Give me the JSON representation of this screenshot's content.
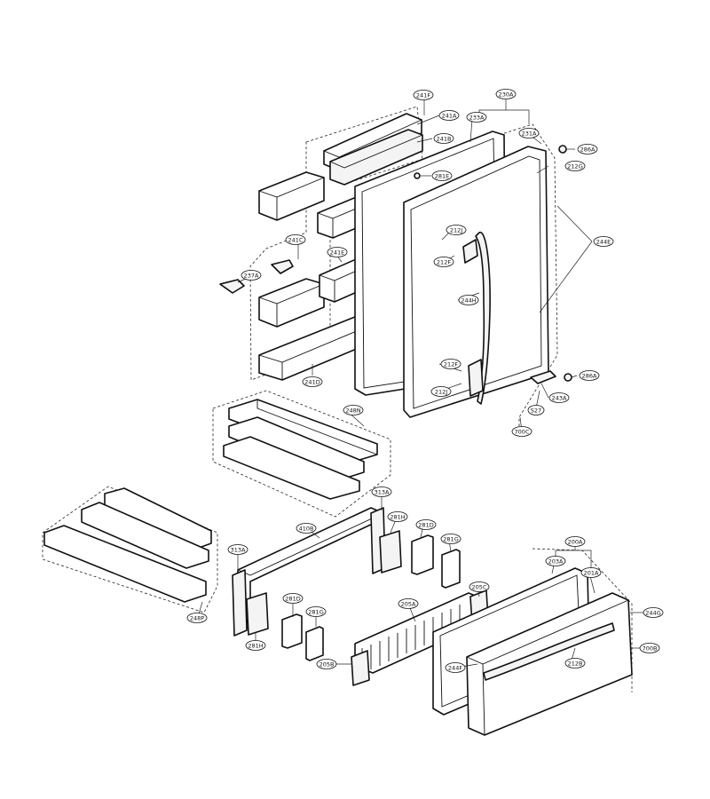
{
  "callouts": [
    {
      "id": "230A",
      "label": "230A"
    },
    {
      "id": "241F",
      "label": "241F"
    },
    {
      "id": "241A",
      "label": "241A"
    },
    {
      "id": "233A",
      "label": "233A"
    },
    {
      "id": "231A",
      "label": "231A"
    },
    {
      "id": "241B",
      "label": "241B"
    },
    {
      "id": "286A-top",
      "label": "286A"
    },
    {
      "id": "212G",
      "label": "212G"
    },
    {
      "id": "281E",
      "label": "281E"
    },
    {
      "id": "212J-top",
      "label": "212J"
    },
    {
      "id": "244E",
      "label": "244E"
    },
    {
      "id": "241C",
      "label": "241C"
    },
    {
      "id": "212F-top",
      "label": "212F"
    },
    {
      "id": "241E",
      "label": "241E"
    },
    {
      "id": "237A",
      "label": "237A"
    },
    {
      "id": "244H",
      "label": "244H"
    },
    {
      "id": "241D",
      "label": "241D"
    },
    {
      "id": "212F-bottom",
      "label": "212F"
    },
    {
      "id": "286A-bottom",
      "label": "286A"
    },
    {
      "id": "212J-bottom",
      "label": "212J"
    },
    {
      "id": "243A",
      "label": "243A"
    },
    {
      "id": "S27",
      "label": "S27"
    },
    {
      "id": "248N",
      "label": "248N"
    },
    {
      "id": "700C",
      "label": "700C"
    },
    {
      "id": "313A-right",
      "label": "313A"
    },
    {
      "id": "410B",
      "label": "410B"
    },
    {
      "id": "281H-top",
      "label": "281H"
    },
    {
      "id": "281D-top",
      "label": "281D"
    },
    {
      "id": "281G-top",
      "label": "281G"
    },
    {
      "id": "313A-left",
      "label": "313A"
    },
    {
      "id": "200A",
      "label": "200A"
    },
    {
      "id": "203A",
      "label": "203A"
    },
    {
      "id": "201A",
      "label": "201A"
    },
    {
      "id": "205C",
      "label": "205C"
    },
    {
      "id": "281D-bottom",
      "label": "281D"
    },
    {
      "id": "205A",
      "label": "205A"
    },
    {
      "id": "281G-bottom",
      "label": "281G"
    },
    {
      "id": "244G",
      "label": "244G"
    },
    {
      "id": "248P",
      "label": "248P"
    },
    {
      "id": "281H-bottom",
      "label": "281H"
    },
    {
      "id": "205B",
      "label": "205B"
    },
    {
      "id": "244F",
      "label": "244F"
    },
    {
      "id": "212B",
      "label": "212B"
    },
    {
      "id": "700B",
      "label": "700B"
    }
  ]
}
